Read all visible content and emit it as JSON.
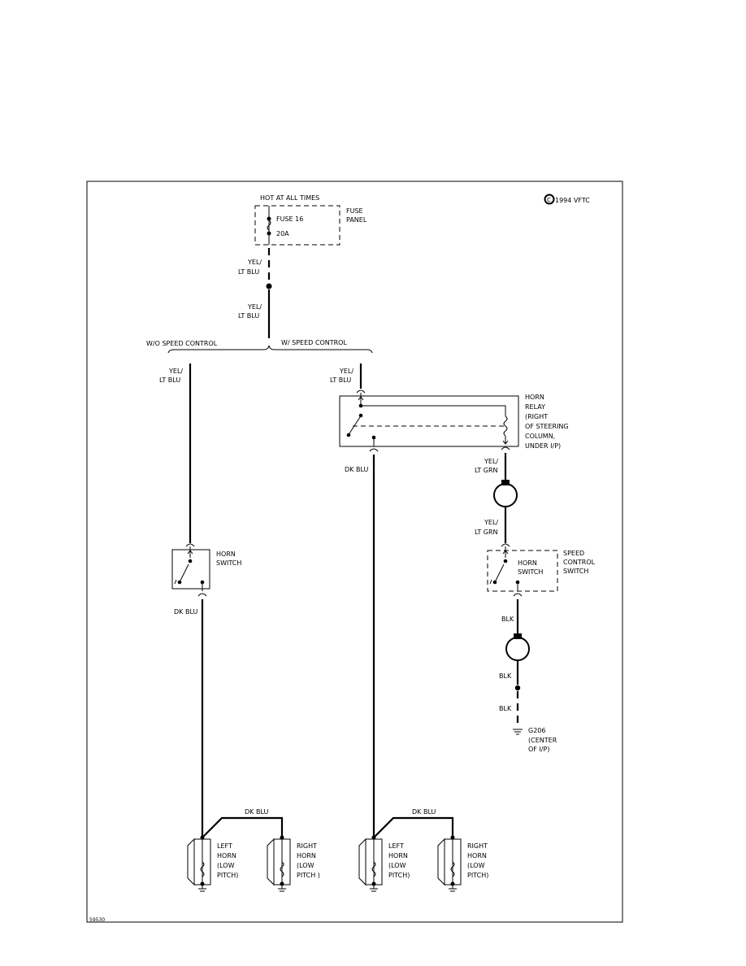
{
  "top_label": "HOT AT ALL TIMES",
  "copyright": "1994 VFTC",
  "copyright_symbol": "C",
  "fuse": {
    "line1": "FUSE 16",
    "line2": "20A",
    "panel1": "FUSE",
    "panel2": "PANEL"
  },
  "wire_yel_ltblu": {
    "l1": "YEL/",
    "l2": "LT BLU"
  },
  "wire_yel_ltgrn": {
    "l1": "YEL/",
    "l2": "LT GRN"
  },
  "wire_dkblu": "DK BLU",
  "wire_blk": "BLK",
  "branch_wo": "W/O SPEED CONTROL",
  "branch_w": "W/ SPEED CONTROL",
  "relay": {
    "l1": "HORN",
    "l2": "RELAY",
    "l3": "(RIGHT",
    "l4": "OF STEERING",
    "l5": "COLUMN,",
    "l6": "UNDER I/P)"
  },
  "horn_switch": {
    "l1": "HORN",
    "l2": "SWITCH"
  },
  "speed_control": {
    "l1": "SPEED",
    "l2": "CONTROL",
    "l3": "SWITCH"
  },
  "ground": {
    "l1": "G206",
    "l2": "(CENTER",
    "l3": "OF I/P)"
  },
  "left_horn": {
    "l1": "LEFT",
    "l2": "HORN",
    "l3": "(LOW",
    "l4": "PITCH)"
  },
  "right_horn_a": {
    "l1": "RIGHT",
    "l2": "HORN",
    "l3": "(LOW",
    "l4": "PITCH )"
  },
  "right_horn_b": {
    "l1": "RIGHT",
    "l2": "HORN",
    "l3": "(LOW",
    "l4": "PITCH)"
  },
  "figure_id": "59530"
}
